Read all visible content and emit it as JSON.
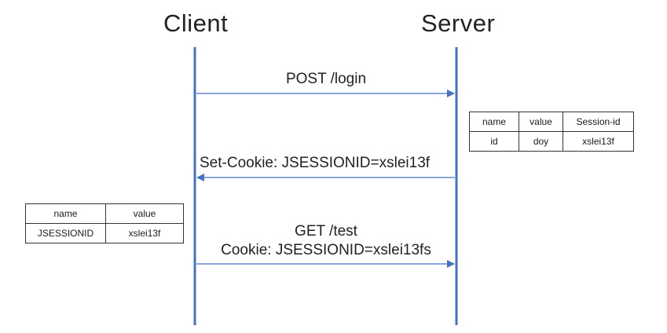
{
  "lanes": {
    "client": "Client",
    "server": "Server"
  },
  "messages": {
    "login": "POST  /login",
    "set_cookie": "Set-Cookie: JSESSIONID=xslei13f",
    "get_line1": "GET /test",
    "get_line2": "Cookie: JSESSIONID=xslei13fs"
  },
  "server_table": {
    "headers": [
      "name",
      "value",
      "Session-id"
    ],
    "rows": [
      [
        "id",
        "doy",
        "xslei13f"
      ]
    ]
  },
  "client_table": {
    "headers": [
      "name",
      "value"
    ],
    "rows": [
      [
        "JSESSIONID",
        "xslei13f"
      ]
    ]
  },
  "colors": {
    "lifeline": "#4472c4",
    "arrow": "#4472c4"
  }
}
